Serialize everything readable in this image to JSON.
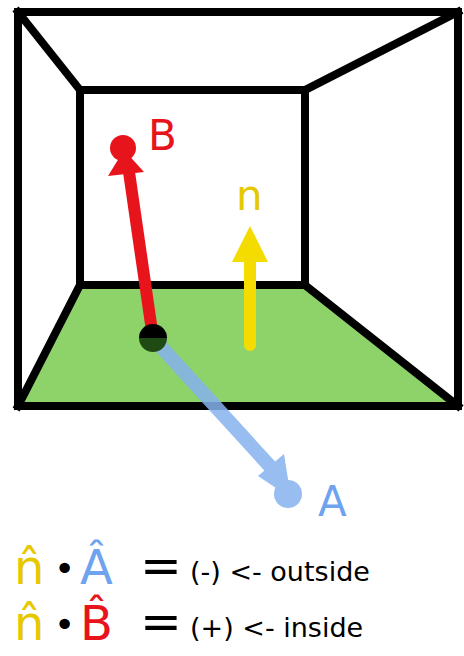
{
  "diagram": {
    "labels": [
      "B",
      "n",
      "A",
      "n̂",
      "•",
      "Â",
      "=",
      "(-) <- outside",
      "n̂",
      "•",
      "B̂",
      "=",
      "(+) <- inside"
    ]
  }
}
